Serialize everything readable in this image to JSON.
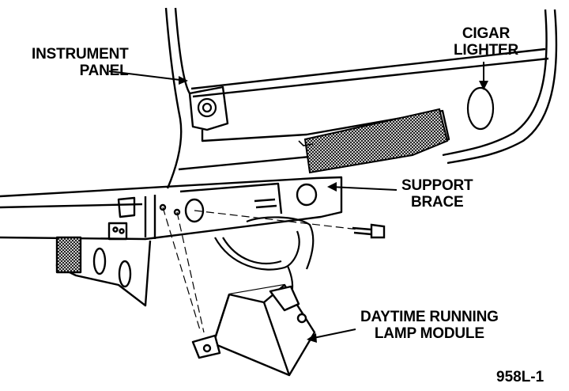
{
  "figure": {
    "figure_number": "958L-1",
    "callouts": {
      "instrument_panel": [
        "INSTRUMENT",
        "PANEL"
      ],
      "cigar_lighter": [
        "CIGAR",
        "LIGHTER"
      ],
      "support_brace": [
        "SUPPORT",
        "BRACE"
      ],
      "drl_module": [
        "DAYTIME RUNNING",
        "LAMP MODULE"
      ]
    }
  }
}
